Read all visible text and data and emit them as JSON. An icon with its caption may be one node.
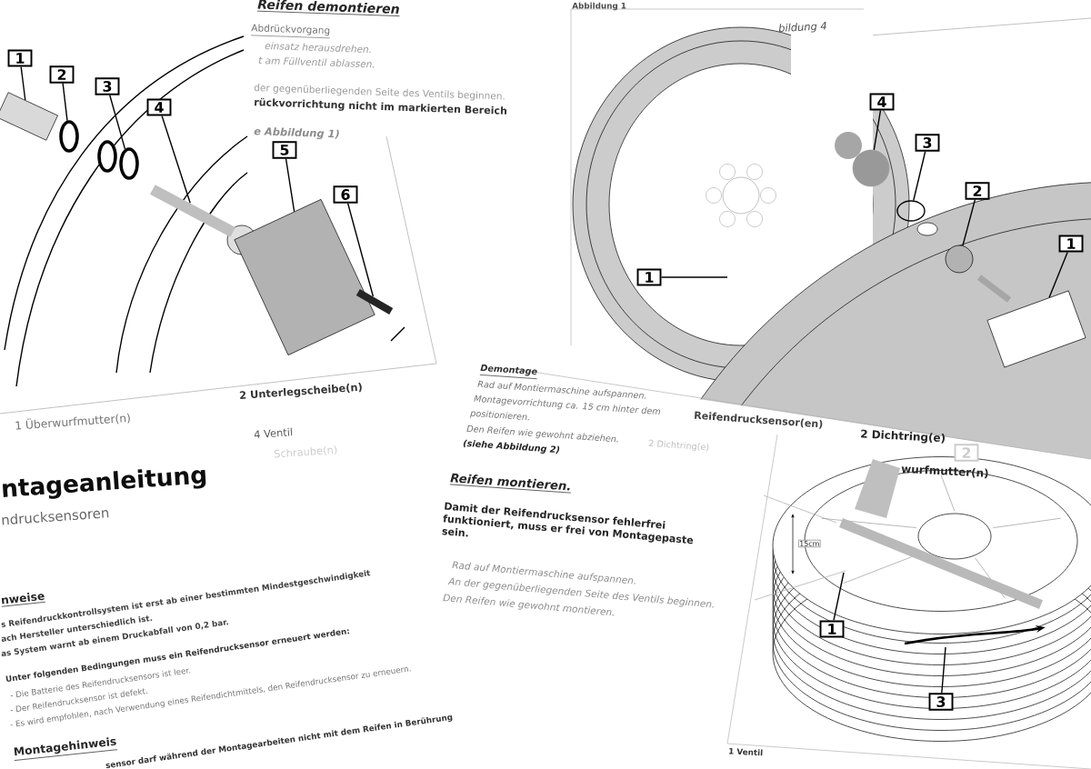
{
  "diagram": {
    "nodes": [
      {
        "text": [
          "1"
        ]
      },
      {
        "text": [
          "2"
        ]
      },
      {
        "text": [
          "3"
        ]
      },
      {
        "text": [
          "4"
        ]
      },
      {
        "text": [
          "5"
        ]
      },
      {
        "text": [
          "6"
        ]
      },
      {
        "text": [
          "4"
        ]
      },
      {
        "text": [
          "3"
        ]
      },
      {
        "text": [
          "2"
        ]
      },
      {
        "text": [
          "1"
        ]
      },
      {
        "text": [
          "1"
        ]
      },
      {
        "text": [
          "2"
        ]
      },
      {
        "text": [
          "1"
        ]
      },
      {
        "text": [
          "3"
        ]
      },
      {
        "text": [],
        "shape": "picture"
      },
      {
        "text": [],
        "shape": "circle"
      },
      {
        "text": [],
        "shape": "circle"
      },
      {
        "text": [],
        "shape": "picture"
      },
      {
        "text": [],
        "shape": "picture"
      },
      {
        "text": [],
        "shape": "picture"
      },
      {
        "text": [],
        "shape": "circle"
      },
      {
        "text": [],
        "shape": "circle"
      },
      {
        "text": [],
        "shape": "circle"
      },
      {
        "text": [],
        "shape": "picture"
      }
    ],
    "edges": [
      {
        "from": 0,
        "to": 14,
        "arrow": "none"
      },
      {
        "from": 1,
        "to": 15,
        "arrow": "none"
      },
      {
        "from": 2,
        "to": 16,
        "arrow": "none"
      },
      {
        "from": 3,
        "to": 17,
        "arrow": "none"
      },
      {
        "from": 4,
        "to": 18,
        "arrow": "none"
      },
      {
        "from": 5,
        "to": 19,
        "arrow": "none"
      },
      {
        "from": 6,
        "to": 20,
        "arrow": "none"
      },
      {
        "from": 7,
        "to": 21,
        "arrow": "none"
      },
      {
        "from": 8,
        "to": 22,
        "arrow": "none"
      },
      {
        "from": 9,
        "to": 23,
        "arrow": "none"
      },
      {
        "from": 10,
        "to": null,
        "arrow": "none"
      },
      {
        "from": 12,
        "to": null,
        "arrow": "none"
      },
      {
        "from": 13,
        "to": null,
        "arrow": "none"
      }
    ],
    "labels": [
      "Reifen demontieren",
      "Abdrückvorgang",
      "einsatz herausdrehen.",
      "t am Füllventil ablassen.",
      "der gegenüberliegenden Seite des Ventils beginnen.",
      "rückvorrichtung nicht im markierten Bereich",
      "e Abbildung 1)",
      "1 Überwurfmutter(n)",
      "2 Unterlegscheibe(n)",
      "4 Ventil",
      "Schraube(n)",
      "ntageanleitung",
      "ndrucksensoren",
      "nweise",
      "s Reifendruckkontrollsystem ist erst ab einer bestimmten Mindestgeschwindigkeit",
      "ach Hersteller unterschiedlich ist.",
      "as System warnt ab einem Druckabfall von 0,2 bar.",
      "Unter folgenden Bedingungen muss ein Reifendrucksensor erneuert werden:",
      "- Die Batterie des Reifendrucksensors ist leer.",
      "- Der Reifendrucksensor ist defekt.",
      "- Es wird empfohlen, nach Verwendung eines Reifendichtmittels, den Reifendrucksensor zu erneuern.",
      "Montagehinweis",
      "sensor darf während der Montagearbeiten nicht mit dem Reifen in Berührung",
      "Abbildung 1",
      "bildung 4",
      "Demontage",
      "Rad auf Montiermaschine aufspannen.",
      "Montagevorrichtung ca. 15 cm hinter dem",
      "Reifendrucksensor(en)",
      "positionieren.",
      "Den Reifen wie gewohnt abziehen.",
      "2 Dichtring(e)",
      "(siehe Abbildung 2)",
      "Reifen montieren.",
      "Damit der Reifendrucksensor fehlerfrei funktioniert, muss er frei von Montagepaste sein.",
      "Rad auf Montiermaschine aufspannen.",
      "An der gegenüberliegenden Seite des Ventils beginnen.",
      "Den Reifen wie gewohnt montieren.",
      "2 Dichtring(e)",
      "wurfmutter(n)",
      "15cm",
      "1 Ventil"
    ]
  }
}
